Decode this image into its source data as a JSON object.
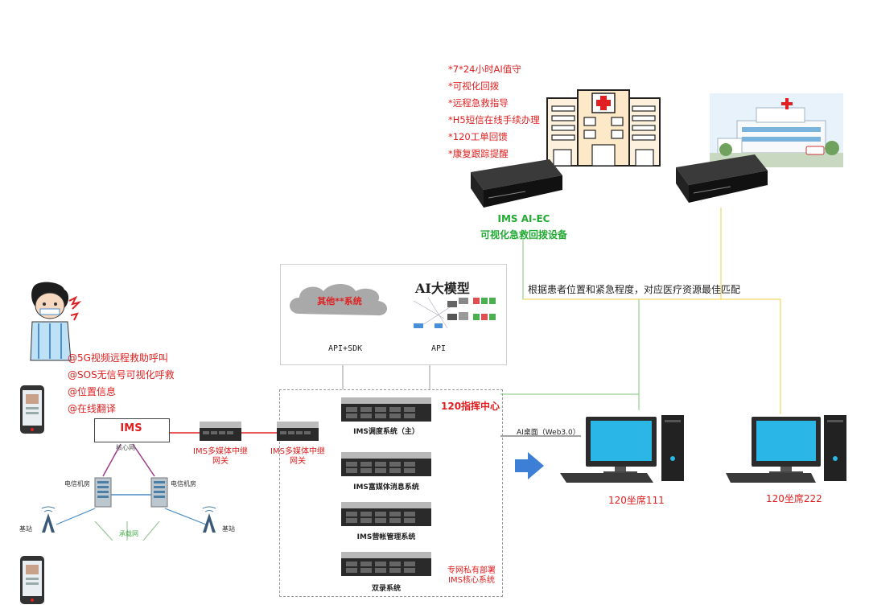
{
  "hospital_features": [
    "*7*24小时AI值守",
    "*可视化回拨",
    "*远程急救指导",
    "*H5短信在线手续办理",
    "*120工单回馈",
    "*康复跟踪提醒"
  ],
  "device_name": "IMS AI-EC",
  "device_desc": "可视化急救回拨设备",
  "matching_note": "根据患者位置和紧急程度，对应医疗资源最佳匹配",
  "cloud_label": "其他**系统",
  "ai_model_label": "AI大模型",
  "api_sdk_label": "API+SDK",
  "api_label": "API",
  "command_center": "120指挥中心",
  "servers": [
    "IMS调度系统（主）",
    "IMS富媒体消息系统",
    "IMS营帐管理系统",
    "双录系统"
  ],
  "private_deploy": [
    "专网私有部署",
    "IMS核心系统"
  ],
  "ai_desktop": "AI桌面（Web3.0）",
  "seats": [
    "120坐席111",
    "120坐席222"
  ],
  "caller_features": [
    "@5G视频远程救助呼叫",
    "@SOS无信号可视化呼救",
    "@位置信息",
    "@在线翻译"
  ],
  "ims_label": "IMS",
  "core_net": "核心网",
  "telecom_room": "电信机房",
  "base_station": "基站",
  "bearer_net": "承载网",
  "gateway_label": [
    "IMS多媒体中继",
    "网关"
  ]
}
